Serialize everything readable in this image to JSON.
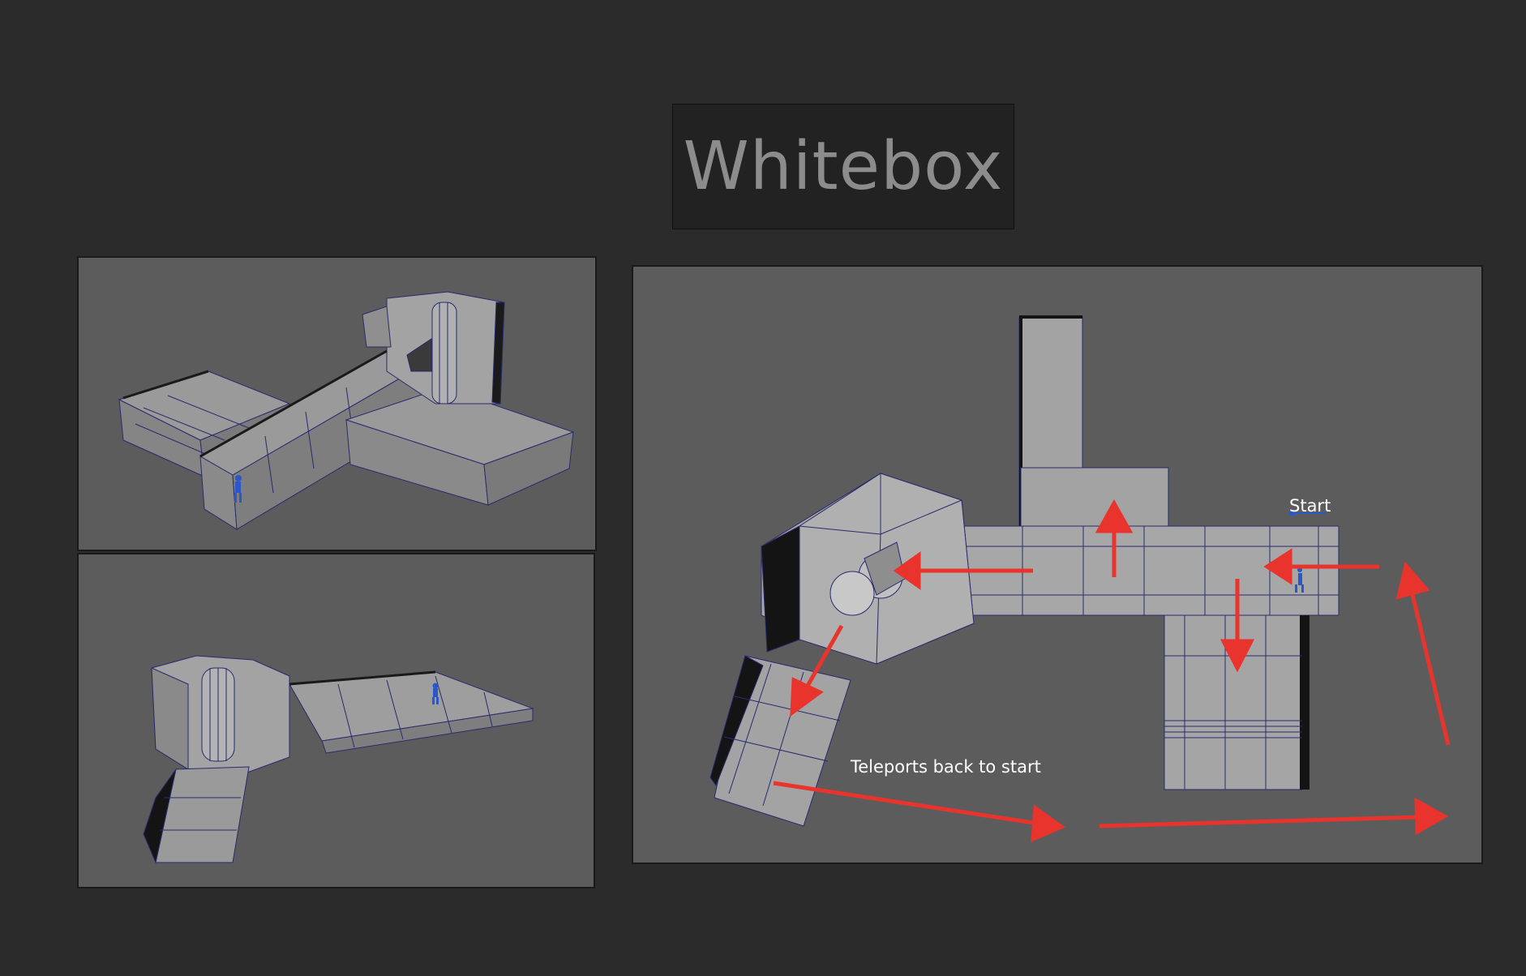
{
  "title": "Whitebox",
  "main_view": {
    "start_label": "Start",
    "teleport_label": "Teleports back to start"
  },
  "colors": {
    "background": "#2b2b2b",
    "panel": "#5c5c5c",
    "mesh_fill": "#9a9a9a",
    "wire": "#2a2a6e",
    "arrow": "#e8342c",
    "player": "#2b57c9"
  },
  "views": [
    "perspective-view-1",
    "perspective-view-2",
    "top-view"
  ]
}
